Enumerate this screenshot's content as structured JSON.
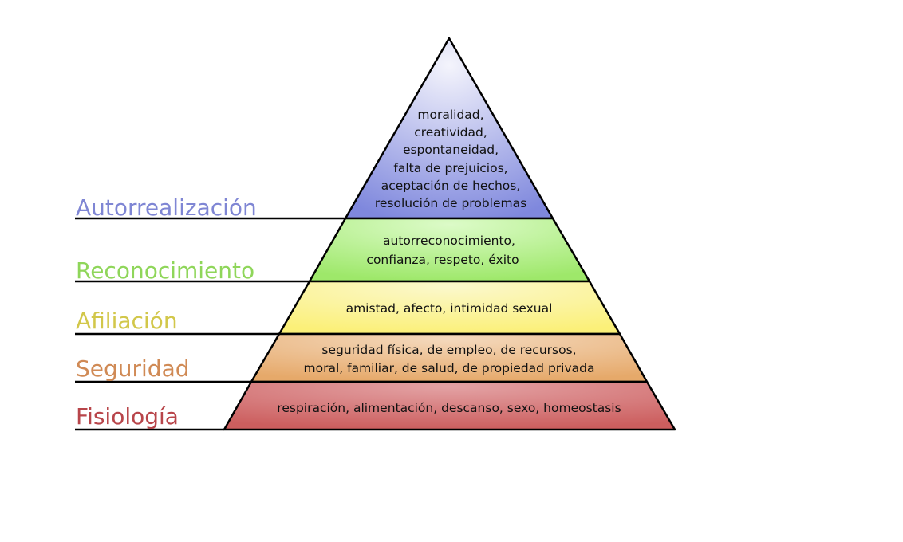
{
  "levels": [
    {
      "name": "Autorrealización",
      "color": "#7f86d4",
      "lines": [
        "moralidad,",
        "creatividad,",
        "espontaneidad,",
        "falta de prejuicios,",
        "aceptación de hechos,",
        "resolución de problemas"
      ]
    },
    {
      "name": "Reconocimiento",
      "color": "#8fd65a",
      "lines": [
        "autorreconocimiento,",
        "confianza, respeto, éxito"
      ]
    },
    {
      "name": "Afiliación",
      "color": "#d2c74a",
      "lines": [
        "amistad, afecto, intimidad sexual"
      ]
    },
    {
      "name": "Seguridad",
      "color": "#d08a55",
      "lines": [
        "seguridad física, de empleo, de recursos,",
        "moral, familiar, de salud, de propiedad privada"
      ]
    },
    {
      "name": "Fisiología",
      "color": "#b8454a",
      "lines": [
        "respiración, alimentación, descanso, sexo, homeostasis"
      ]
    }
  ]
}
